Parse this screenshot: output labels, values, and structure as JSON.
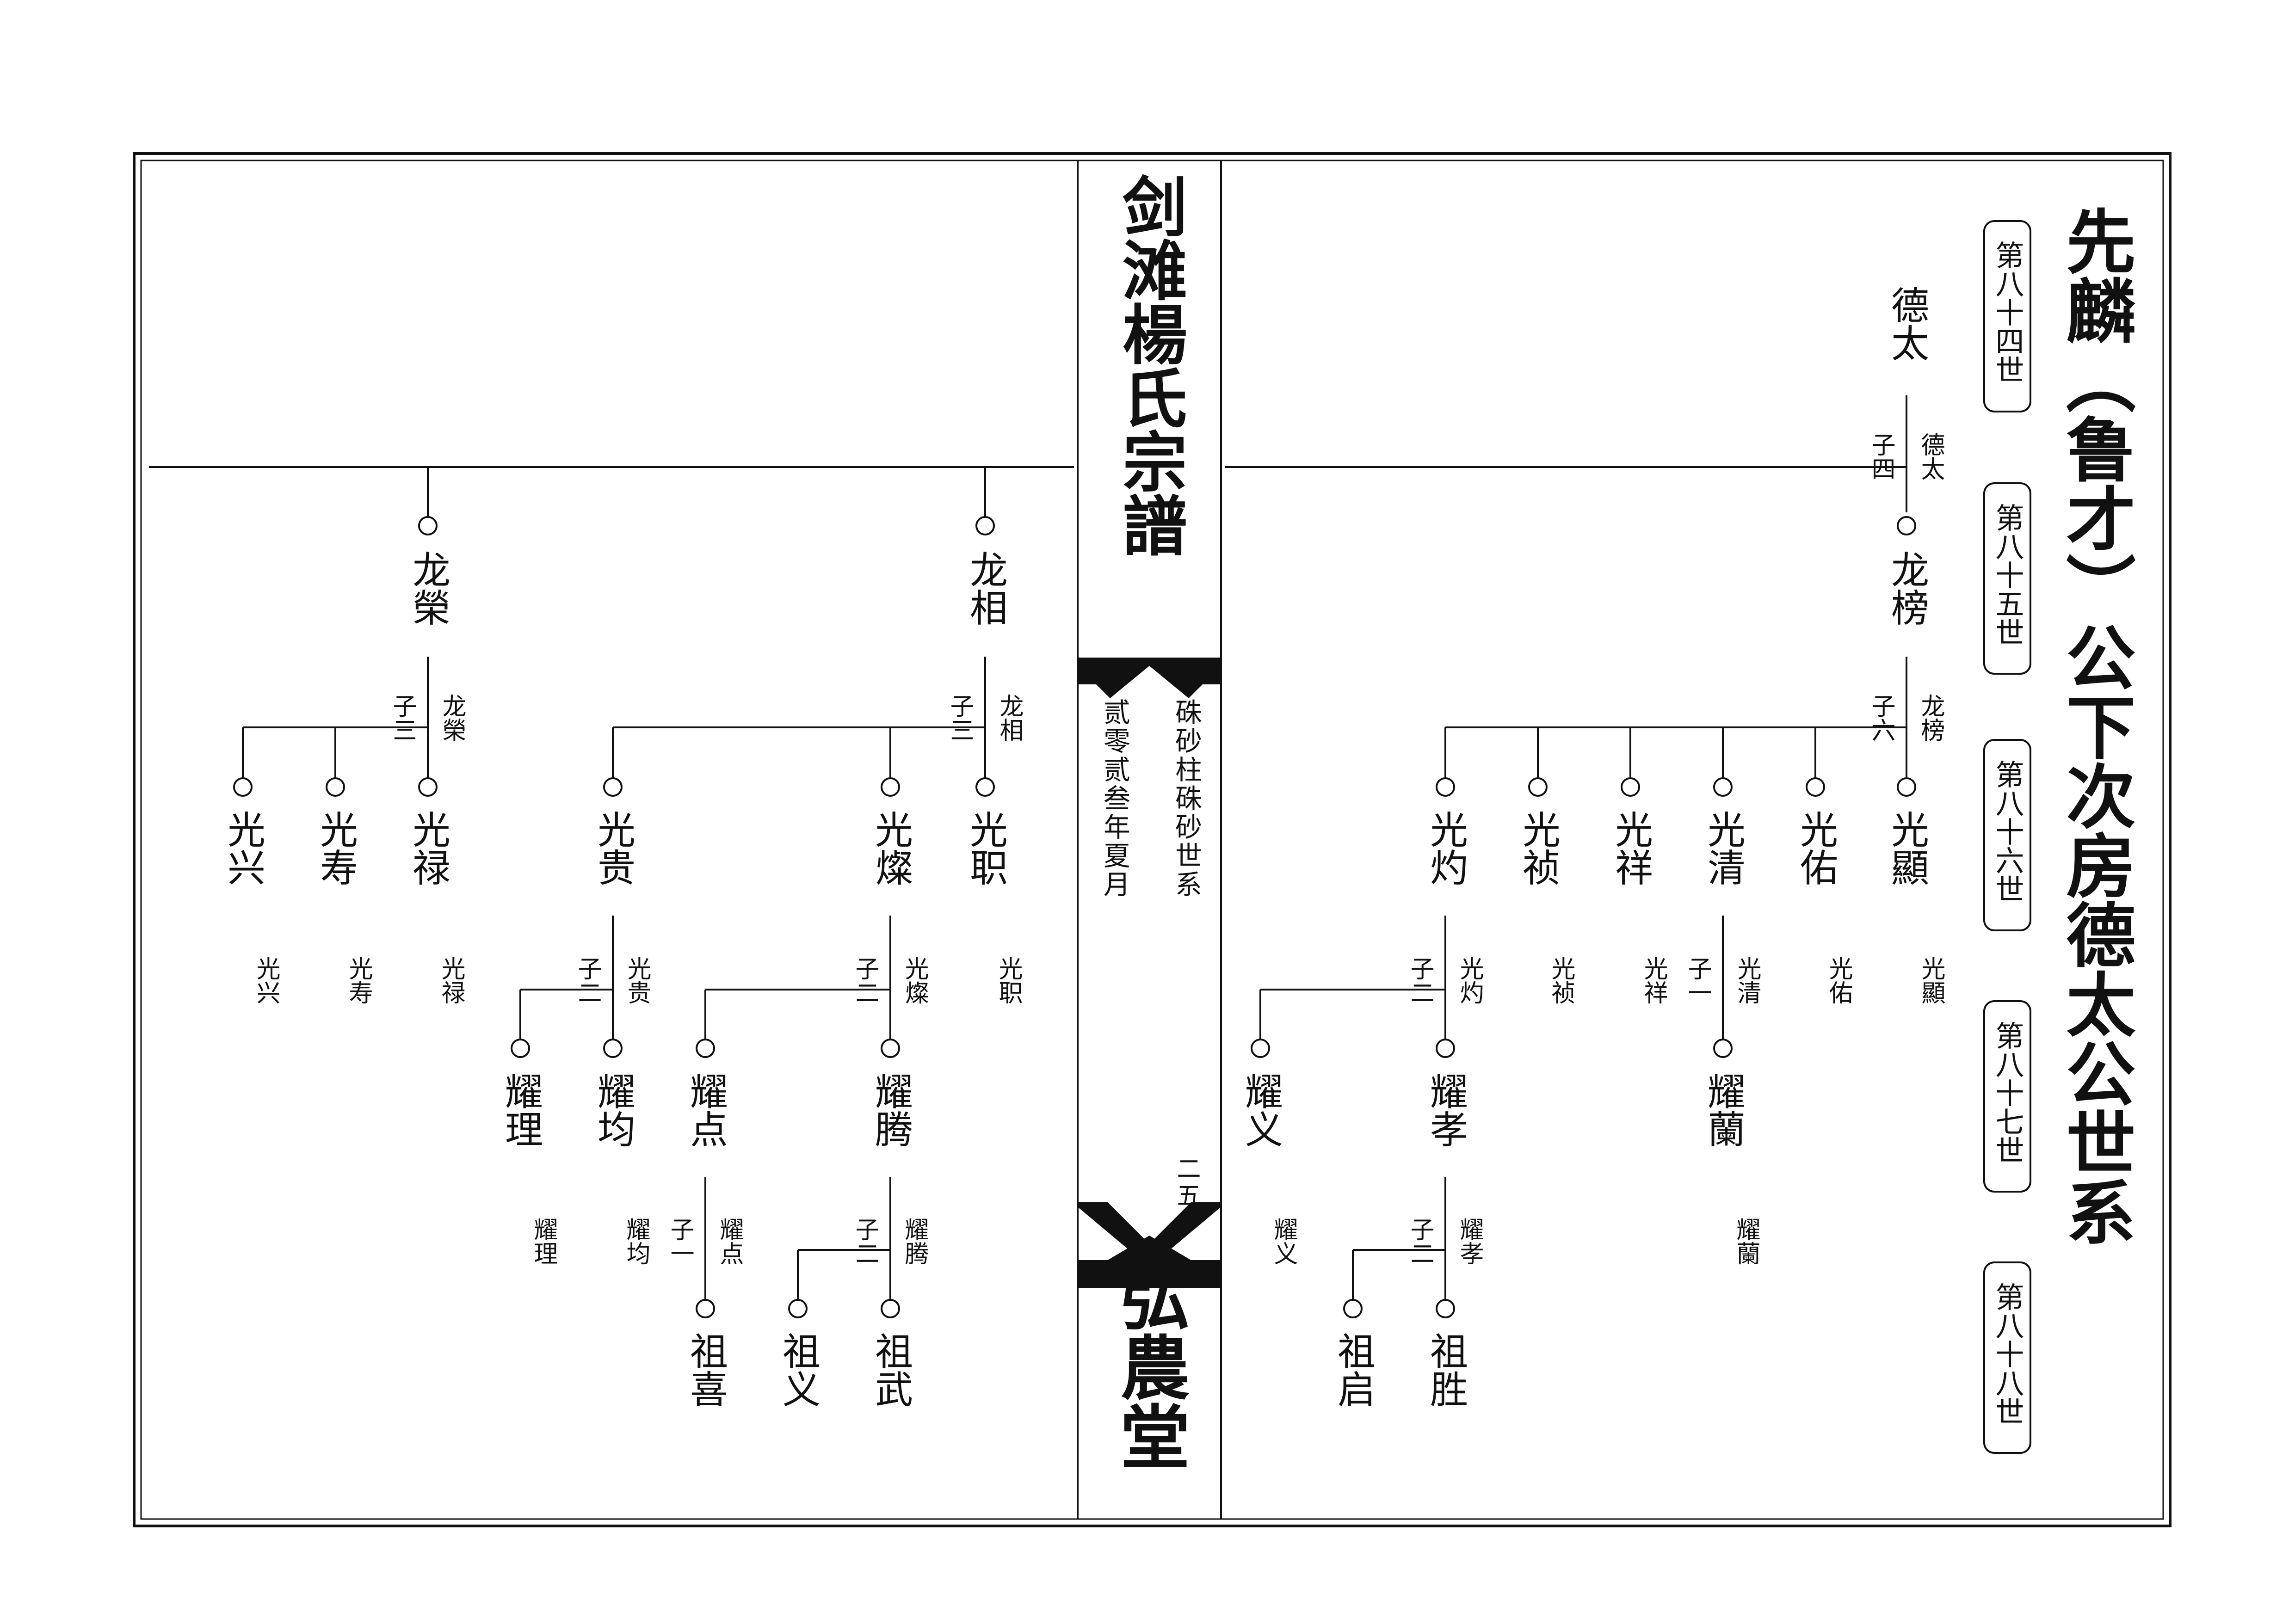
{
  "title": "先麟（鲁才）公下次房德太公世系",
  "generations": [
    "第八十四世",
    "第八十五世",
    "第八十六世",
    "第八十七世",
    "第八十八世"
  ],
  "spine": {
    "book_title": "剑滩楊氏宗譜",
    "lineage": "硃砂柱硃砂世系",
    "date": "贰零贰叁年夏月",
    "page_number": "二五",
    "hall": "弘農堂"
  },
  "root": "德太",
  "nodes": [
    {
      "id": "longbang",
      "name": "龙榜"
    },
    {
      "id": "longxiang",
      "name": "龙相"
    },
    {
      "id": "longying",
      "name": "龙榮"
    },
    {
      "id": "gx",
      "name": "光顯"
    },
    {
      "id": "gyou",
      "name": "光佑"
    },
    {
      "id": "gq",
      "name": "光清"
    },
    {
      "id": "gxiang",
      "name": "光祥"
    },
    {
      "id": "gz",
      "name": "光祯"
    },
    {
      "id": "gzhuo",
      "name": "光灼"
    },
    {
      "id": "gzhi",
      "name": "光职"
    },
    {
      "id": "gcan",
      "name": "光燦"
    },
    {
      "id": "ggui",
      "name": "光贵"
    },
    {
      "id": "glu",
      "name": "光禄"
    },
    {
      "id": "gshou",
      "name": "光寿"
    },
    {
      "id": "gxing",
      "name": "光兴"
    },
    {
      "id": "ylan",
      "name": "耀蘭"
    },
    {
      "id": "yxiao",
      "name": "耀孝"
    },
    {
      "id": "yyi",
      "name": "耀义"
    },
    {
      "id": "yteng",
      "name": "耀腾"
    },
    {
      "id": "ydian",
      "name": "耀点"
    },
    {
      "id": "yjun",
      "name": "耀均"
    },
    {
      "id": "yli",
      "name": "耀理"
    },
    {
      "id": "zsheng",
      "name": "祖胜"
    },
    {
      "id": "zqi",
      "name": "祖启"
    },
    {
      "id": "zwu",
      "name": "祖武"
    },
    {
      "id": "zyi",
      "name": "祖义"
    },
    {
      "id": "zxi",
      "name": "祖喜"
    }
  ],
  "families": [
    {
      "parent": "德太",
      "count": "子四"
    },
    {
      "parent": "龙榜",
      "count": "子六"
    },
    {
      "parent": "龙相",
      "count": "子三"
    },
    {
      "parent": "龙榮",
      "count": "子三"
    },
    {
      "parent": "光清",
      "count": "子一"
    },
    {
      "parent": "光灼",
      "count": "子二"
    },
    {
      "parent": "光燦",
      "count": "子二"
    },
    {
      "parent": "光贵",
      "count": "子二"
    },
    {
      "parent": "耀孝",
      "count": "子二"
    },
    {
      "parent": "耀腾",
      "count": "子二"
    },
    {
      "parent": "耀点",
      "count": "子一"
    }
  ],
  "childless": [
    "光顯",
    "光佑",
    "光祥",
    "光祯",
    "光职",
    "光禄",
    "光寿",
    "光兴",
    "耀蘭",
    "耀义",
    "耀均",
    "耀理"
  ]
}
